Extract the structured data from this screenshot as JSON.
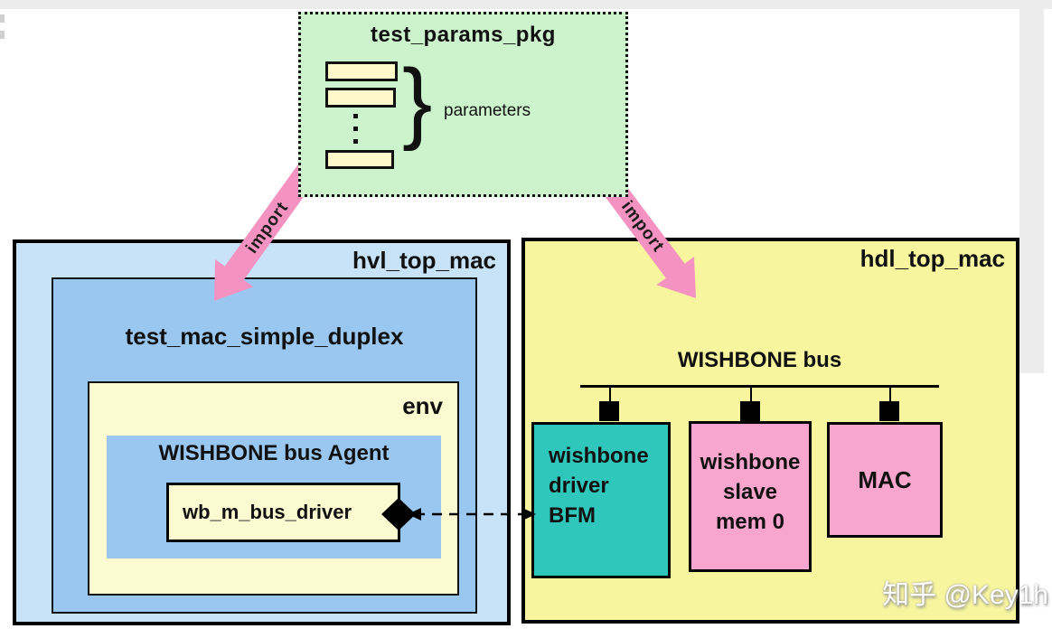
{
  "diagram": {
    "package": {
      "title": "test_params_pkg",
      "brace": "}",
      "params_label": "parameters"
    },
    "imports": {
      "left_label": "import",
      "right_label": "import"
    },
    "hvl": {
      "title": "hvl_top_mac",
      "test": "test_mac_simple_duplex",
      "env": "env",
      "agent": "WISHBONE bus Agent",
      "driver": "wb_m_bus_driver"
    },
    "hdl": {
      "title": "hdl_top_mac",
      "bus_label": "WISHBONE bus",
      "components": [
        {
          "name": "wishbone-driver-bfm",
          "lines": [
            "wishbone",
            "driver",
            "BFM"
          ],
          "fill": "#2fc6bb",
          "align": "left"
        },
        {
          "name": "wishbone-slave-mem0",
          "lines": [
            "wishbone",
            "slave",
            "mem 0"
          ],
          "fill": "#f9a6ce",
          "align": "center"
        },
        {
          "name": "mac",
          "lines": [
            "MAC"
          ],
          "fill": "#f9a6ce",
          "align": "center"
        }
      ]
    },
    "watermark": "知乎 @Key1h",
    "colors": {
      "package_fill": "#cdf3cd",
      "param_fill": "#fdf9c9",
      "hvl_fill": "#c8e2f8",
      "inner_blue": "#99c7f0",
      "env_fill": "#fcfad0",
      "hdl_fill": "#f7f59e",
      "teal_box": "#2fc6bb",
      "pink_box": "#f9a6ce",
      "arrow_pink": "#f493c1",
      "frame_gray": "#ececec",
      "line_black": "#000000"
    }
  }
}
